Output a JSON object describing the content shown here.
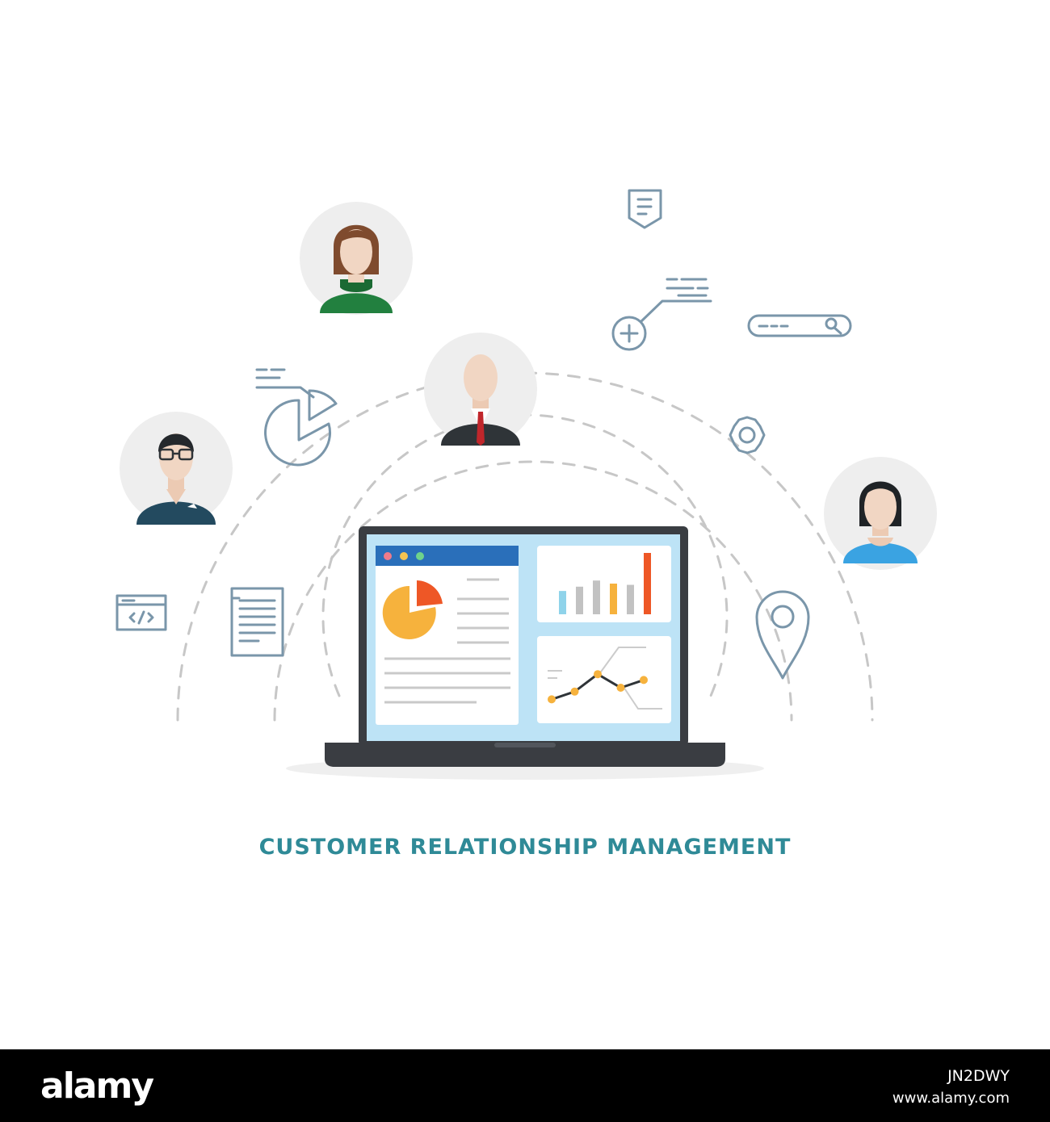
{
  "colors": {
    "line_icon": "#7a96aa",
    "dashed_path": "#c7c7c7",
    "avatar_bg": "#eeeeee",
    "title": "#2f8a97",
    "laptop": "#3a3d42",
    "screen_bg": "#bde3f6",
    "bar_blue": "#8fd3ea",
    "bar_gray": "#c2c2c2",
    "bar_orange": "#f6b23d",
    "bar_red": "#ee5726",
    "footer_bg": "#000000"
  },
  "people": [
    {
      "role": "woman-green-sweater",
      "shirt": "#22803f"
    },
    {
      "role": "businessman",
      "shirt": "#2f3438"
    },
    {
      "role": "man-glasses",
      "shirt": "#234a5f"
    },
    {
      "role": "woman-blue-blouse",
      "shirt": "#3aa3e2"
    }
  ],
  "icons": [
    "badge-icon",
    "add-icon",
    "search-bar-icon",
    "gear-icon",
    "pie-chart-icon",
    "code-window-icon",
    "document-icon",
    "location-pin-icon"
  ],
  "screen": {
    "window_dots": [
      "#ef7b8a",
      "#f5c451",
      "#6fd38b"
    ],
    "bar_chart_values": [
      0.38,
      0.45,
      0.55,
      0.5,
      0.48,
      1.0
    ],
    "line_chart_values": [
      0.2,
      0.4,
      0.85,
      0.5,
      0.7
    ]
  },
  "title": "CUSTOMER RELATIONSHIP MANAGEMENT",
  "footer": {
    "brand": "alamy",
    "stock_id": "JN2DWY",
    "url": "www.alamy.com"
  }
}
